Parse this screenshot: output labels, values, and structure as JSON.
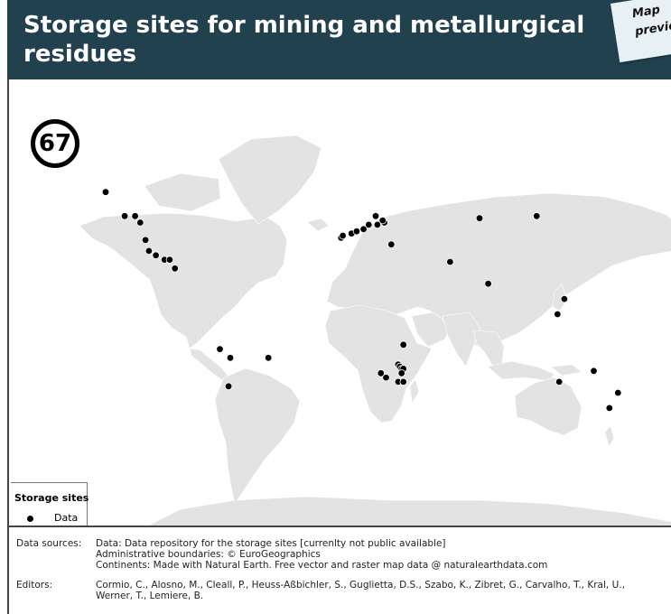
{
  "header": {
    "title": "Storage sites for mining and metallurgical residues",
    "tag_text": "Map preview"
  },
  "map": {
    "number": "67",
    "land_color": "#e3e3e3",
    "marker_color": "#000000",
    "sites": [
      {
        "lon": -144,
        "lat": 62
      },
      {
        "lon": -133,
        "lat": 51
      },
      {
        "lon": -127,
        "lat": 51
      },
      {
        "lon": -124,
        "lat": 48
      },
      {
        "lon": -121,
        "lat": 40
      },
      {
        "lon": -119,
        "lat": 35
      },
      {
        "lon": -115,
        "lat": 33
      },
      {
        "lon": -110,
        "lat": 31
      },
      {
        "lon": -107,
        "lat": 31
      },
      {
        "lon": -104,
        "lat": 27
      },
      {
        "lon": -78,
        "lat": -10
      },
      {
        "lon": -72,
        "lat": -14
      },
      {
        "lon": -73,
        "lat": -27
      },
      {
        "lon": -50,
        "lat": -14
      },
      {
        "lon": -8,
        "lat": 41
      },
      {
        "lon": -7,
        "lat": 42
      },
      {
        "lon": -2,
        "lat": 43
      },
      {
        "lon": 1,
        "lat": 44
      },
      {
        "lon": 5,
        "lat": 45
      },
      {
        "lon": 8,
        "lat": 47
      },
      {
        "lon": 13,
        "lat": 47
      },
      {
        "lon": 17,
        "lat": 48
      },
      {
        "lon": 12,
        "lat": 51
      },
      {
        "lon": 16,
        "lat": 49
      },
      {
        "lon": 21,
        "lat": 38
      },
      {
        "lon": 55,
        "lat": 30
      },
      {
        "lon": 72,
        "lat": 50
      },
      {
        "lon": 105,
        "lat": 51
      },
      {
        "lon": 77,
        "lat": 20
      },
      {
        "lon": 28,
        "lat": -8
      },
      {
        "lon": 25,
        "lat": -17
      },
      {
        "lon": 26,
        "lat": -18
      },
      {
        "lon": 27,
        "lat": -19
      },
      {
        "lon": 28,
        "lat": -19
      },
      {
        "lon": 27,
        "lat": -21
      },
      {
        "lon": 15,
        "lat": -21
      },
      {
        "lon": 18,
        "lat": -23
      },
      {
        "lon": 25,
        "lat": -25
      },
      {
        "lon": 28,
        "lat": -25
      },
      {
        "lon": 121,
        "lat": 13
      },
      {
        "lon": 117,
        "lat": 6
      },
      {
        "lon": 138,
        "lat": -20
      },
      {
        "lon": 118,
        "lat": -25
      },
      {
        "lon": 152,
        "lat": -30
      },
      {
        "lon": 147,
        "lat": -37
      }
    ]
  },
  "legend": {
    "title": "Storage sites",
    "item_label": "Data"
  },
  "footer": {
    "sources_label": "Data sources:",
    "sources_lines": [
      "Data: Data repository for the storage sites [currenlty not public available]",
      "Administrative boundaries: © EuroGeographics",
      "Continents: Made with Natural Earth. Free vector and raster map data @ naturalearthdata.com"
    ],
    "editors_label": "Editors:",
    "editors_lines": [
      "Cormio, C., Alosno, M., Cleall, P., Heuss-Aßbichler, S., Guglietta, D.S., Szabo, K., Zibret, G., Carvalho, T., Kral, U.,",
      "Werner, T., Lemiere, B."
    ]
  }
}
